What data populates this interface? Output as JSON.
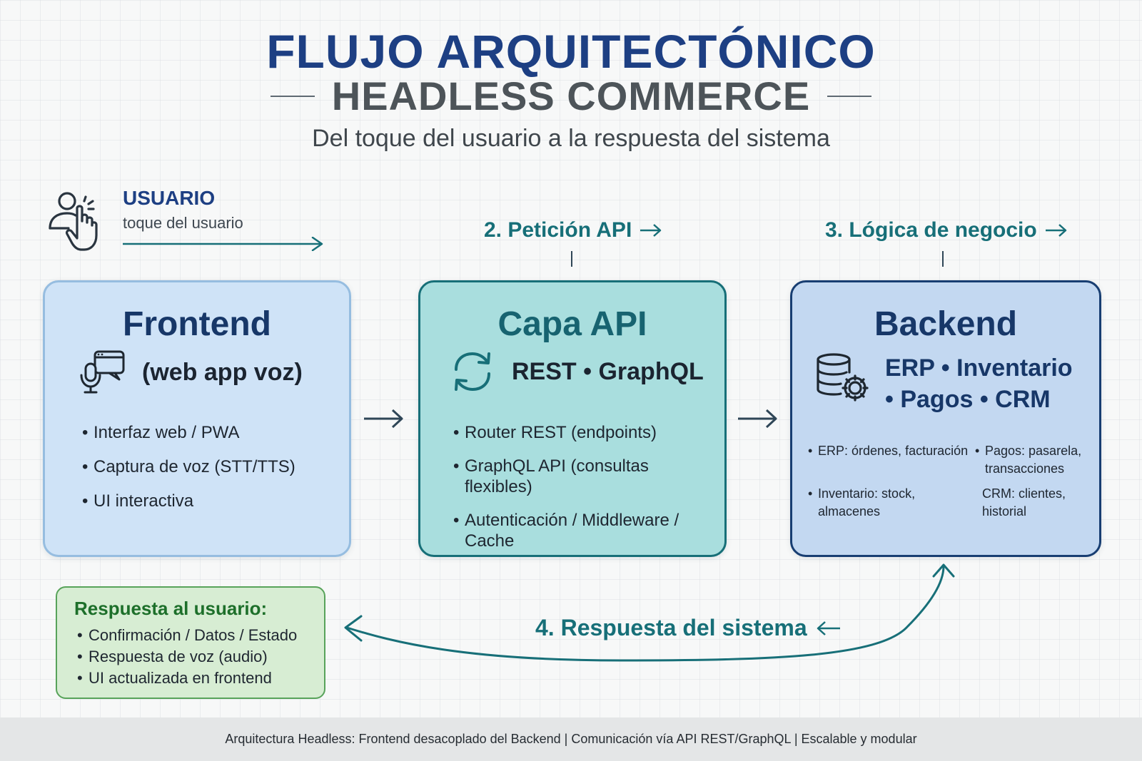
{
  "header": {
    "title": "FLUJO ARQUITECTÓNICO",
    "subtitle": "HEADLESS COMMERCE",
    "tagline": "Del toque del usuario a la respuesta del sistema"
  },
  "user": {
    "icon": "user-tap-icon",
    "title": "USUARIO",
    "subtitle": "toque del usuario"
  },
  "steps": {
    "step2": "2. Petición API",
    "step3": "3. Lógica de negocio",
    "step4": "4. Respuesta del sistema"
  },
  "frontend": {
    "title": "Frontend",
    "icon": "voice-chat-icon",
    "subtitle": "(web app voz)",
    "bullets": [
      "Interfaz web / PWA",
      "Captura de voz (STT/TTS)",
      "UI interactiva"
    ]
  },
  "api": {
    "title": "Capa API",
    "icon": "sync-icon",
    "subtitle": "REST • GraphQL",
    "bullets": [
      "Router REST (endpoints)",
      "GraphQL API (consultas flexibles)",
      "Autenticación / Middleware / Cache"
    ]
  },
  "backend": {
    "title": "Backend",
    "icon": "database-gear-icon",
    "subtitle_line1": "ERP • Inventario",
    "subtitle_line2": "• Pagos • CRM",
    "items": [
      "ERP: órdenes, facturación",
      "Pagos: pasarela, transacciones",
      "Inventario: stock, almacenes",
      "CRM: clientes, historial"
    ]
  },
  "response": {
    "title": "Respuesta al usuario:",
    "bullets": [
      "Confirmación / Datos / Estado",
      "Respuesta de voz (audio)",
      "UI actualizada en frontend"
    ]
  },
  "footer": "Arquitectura Headless: Frontend desacoplado del Backend | Comunicación vía API REST/GraphQL | Escalable y modular",
  "colors": {
    "navy": "#1d3f83",
    "teal": "#176f78",
    "green": "#1d6f2a",
    "frontend_fill": "#cfe3f7",
    "api_fill": "#a9dede",
    "backend_fill": "#c3d8f1",
    "response_fill": "#d7edd3"
  }
}
